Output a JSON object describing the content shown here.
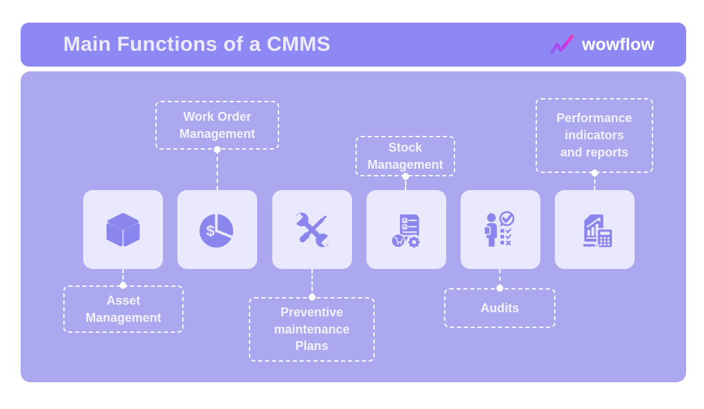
{
  "header": {
    "title": "Main Functions of a CMMS",
    "brand": "wowflow"
  },
  "functions": [
    {
      "id": "asset",
      "label": "Asset\nManagement",
      "icon": "cube-icon",
      "label_position": "below"
    },
    {
      "id": "work-order",
      "label": "Work Order\nManagement",
      "icon": "pie-chart-dollar-icon",
      "label_position": "above"
    },
    {
      "id": "preventive",
      "label": "Preventive\nmaintenance\nPlans",
      "icon": "tools-icon",
      "label_position": "below"
    },
    {
      "id": "stock",
      "label": "Stock\nManagement",
      "icon": "checklist-gear-icon",
      "label_position": "above"
    },
    {
      "id": "audits",
      "label": "Audits",
      "icon": "auditor-checklist-icon",
      "label_position": "below"
    },
    {
      "id": "performance",
      "label": "Performance\nindicators\nand reports",
      "icon": "report-calculator-icon",
      "label_position": "above"
    }
  ],
  "colors": {
    "header_bg": "#8d88f3",
    "panel_bg": "#aca8f0",
    "card_bg": "#e9e8fc",
    "icon_purple": "#8b86ee",
    "text_light": "#f3f1fe",
    "logo_gradient_start": "#8a63f2",
    "logo_gradient_mid": "#c438e8",
    "logo_gradient_end": "#f23bb0"
  }
}
